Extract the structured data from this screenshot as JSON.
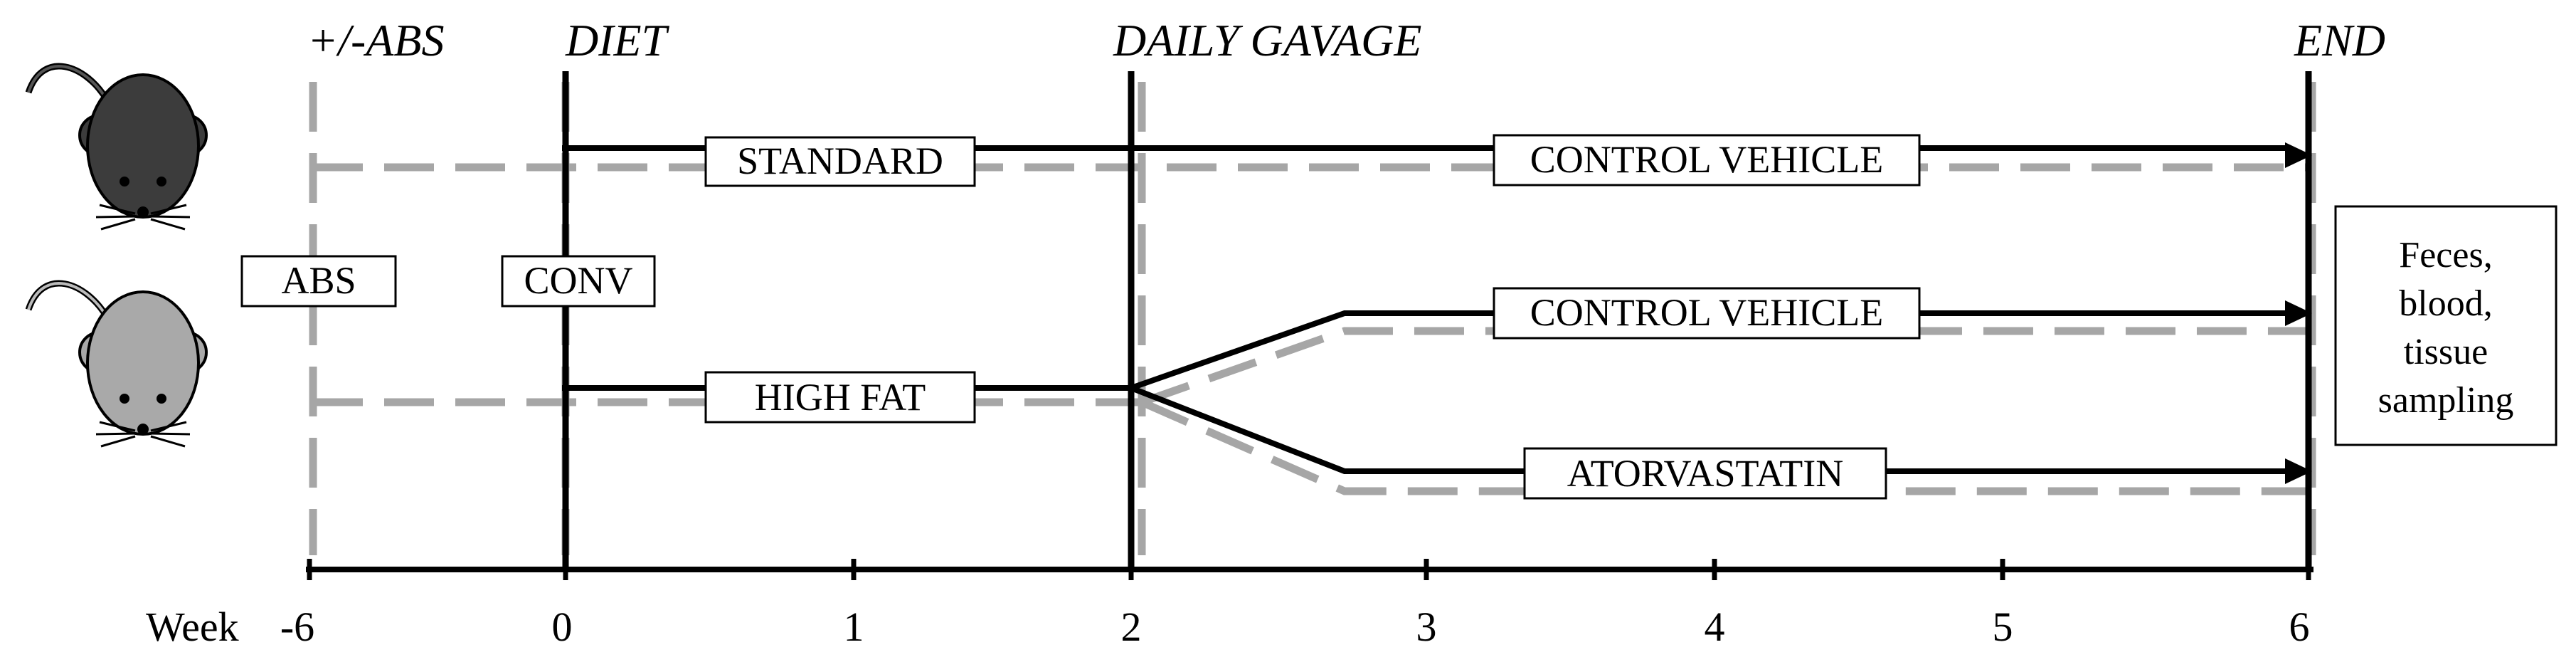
{
  "phases": {
    "abs": "+/-ABS",
    "diet": "DIET",
    "gavage": "DAILY GAVAGE",
    "end": "END"
  },
  "labels": {
    "abs_box": "ABS",
    "conv_box": "CONV",
    "standard": "STANDARD",
    "control_vehicle_top": "CONTROL VEHICLE",
    "control_vehicle_mid": "CONTROL VEHICLE",
    "high_fat": "HIGH FAT",
    "atorvastatin": "ATORVASTATIN"
  },
  "sampling": [
    "Feces,",
    "blood,",
    "tissue",
    "sampling"
  ],
  "axis": {
    "label": "Week",
    "ticks": [
      "-6",
      "0",
      "1",
      "2",
      "3",
      "4",
      "5",
      "6"
    ]
  },
  "icons": {
    "mouse_dark": "dark-mouse-icon",
    "mouse_light": "light-mouse-icon"
  },
  "colors": {
    "black_line": "#000000",
    "gray_dash": "#a6a6a6",
    "mouse_dark_fill": "#3c3c3c",
    "mouse_light_fill": "#a9a9a9"
  }
}
